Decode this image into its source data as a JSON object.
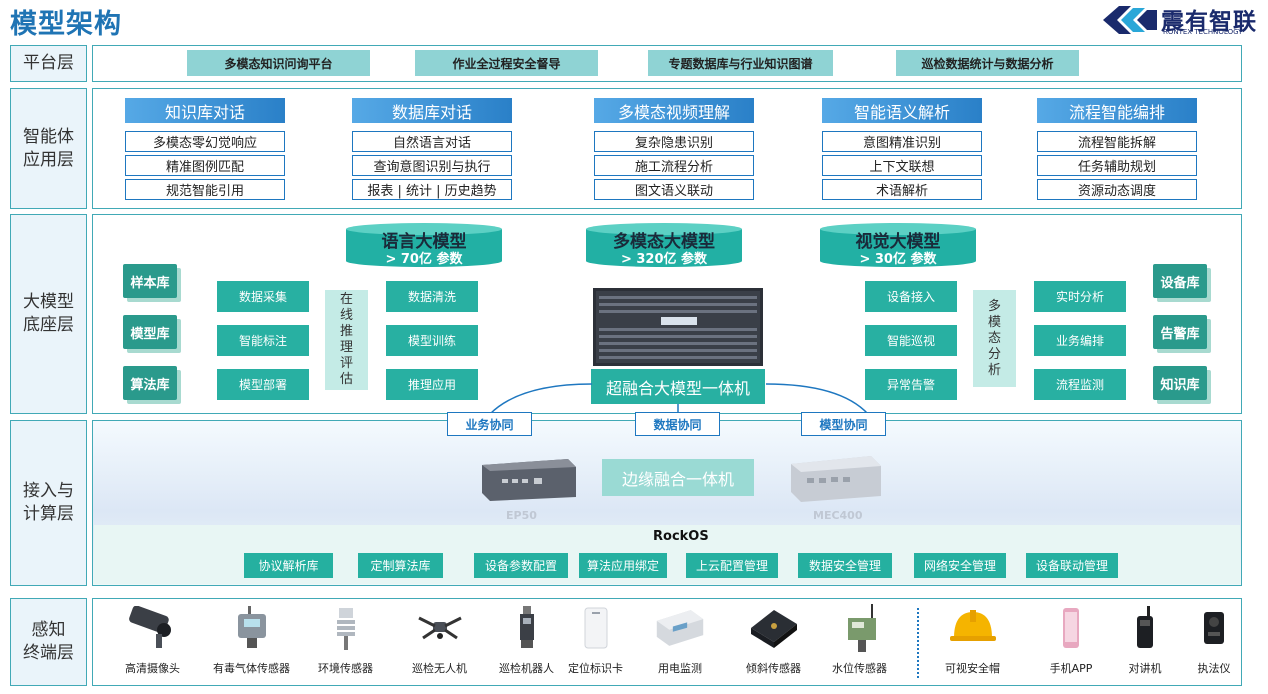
{
  "title": "模型架构",
  "logo": {
    "cn": "震有智联",
    "en": "RONTEX TECHNOLOGY"
  },
  "layers": {
    "platform": "平台层",
    "agent": "智能体\n应用层",
    "base": "大模型\n底座层",
    "access": "接入与\n计算层",
    "sense": "感知\n终端层"
  },
  "platform_items": [
    "多模态知识问询平台",
    "作业全过程安全督导",
    "专题数据库与行业知识图谱",
    "巡检数据统计与数据分析"
  ],
  "agent_groups": [
    {
      "head": "知识库对话",
      "items": [
        "多模态零幻觉响应",
        "精准图例匹配",
        "规范智能引用"
      ]
    },
    {
      "head": "数据库对话",
      "items": [
        "自然语言对话",
        "查询意图识别与执行",
        "报表 | 统计 | 历史趋势"
      ]
    },
    {
      "head": "多模态视频理解",
      "items": [
        "复杂隐患识别",
        "施工流程分析",
        "图文语义联动"
      ]
    },
    {
      "head": "智能语义解析",
      "items": [
        "意图精准识别",
        "上下文联想",
        "术语解析"
      ]
    },
    {
      "head": "流程智能编排",
      "items": [
        "流程智能拆解",
        "任务辅助规划",
        "资源动态调度"
      ]
    }
  ],
  "models": [
    {
      "name": "语言大模型",
      "param": "> 70亿 参数"
    },
    {
      "name": "多模态大模型",
      "param": "> 320亿 参数"
    },
    {
      "name": "视觉大模型",
      "param": "> 30亿 参数"
    }
  ],
  "left_libs": [
    "样本库",
    "模型库",
    "算法库"
  ],
  "right_libs": [
    "设备库",
    "告警库",
    "知识库"
  ],
  "left_col1": [
    "数据采集",
    "智能标注",
    "模型部署"
  ],
  "left_vertical": "在线推理评估",
  "left_col2": [
    "数据清洗",
    "模型训练",
    "推理应用"
  ],
  "right_col1": [
    "设备接入",
    "智能巡视",
    "异常告警"
  ],
  "right_vertical": "多模态分析",
  "right_col2": [
    "实时分析",
    "业务编排",
    "流程监测"
  ],
  "server_label": "超融合大模型一体机",
  "coop": [
    "业务协同",
    "数据协同",
    "模型协同"
  ],
  "edge_label": "边缘融合一体机",
  "edge_devices": [
    "EP50",
    "MEC400"
  ],
  "os_label": "RockOS",
  "mgmt": [
    "协议解析库",
    "定制算法库",
    "设备参数配置",
    "算法应用绑定",
    "上云配置管理",
    "数据安全管理",
    "网络安全管理",
    "设备联动管理"
  ],
  "devices": [
    {
      "label": "高清摄像头",
      "icon": "camera-icon"
    },
    {
      "label": "有毒气体传感器",
      "icon": "gas-sensor-icon"
    },
    {
      "label": "环境传感器",
      "icon": "env-sensor-icon"
    },
    {
      "label": "巡检无人机",
      "icon": "drone-icon"
    },
    {
      "label": "巡检机器人",
      "icon": "robot-icon"
    },
    {
      "label": "定位标识卡",
      "icon": "id-card-icon"
    },
    {
      "label": "用电监测",
      "icon": "power-meter-icon"
    },
    {
      "label": "倾斜传感器",
      "icon": "tilt-sensor-icon"
    },
    {
      "label": "水位传感器",
      "icon": "water-sensor-icon"
    },
    {
      "label": "可视安全帽",
      "icon": "helmet-icon"
    },
    {
      "label": "手机APP",
      "icon": "phone-icon"
    },
    {
      "label": "对讲机",
      "icon": "walkie-talkie-icon"
    },
    {
      "label": "执法仪",
      "icon": "body-camera-icon"
    }
  ],
  "colors": {
    "teal": "#28b0a2",
    "blue": "#1e77c0",
    "border": "#41a9b6"
  }
}
